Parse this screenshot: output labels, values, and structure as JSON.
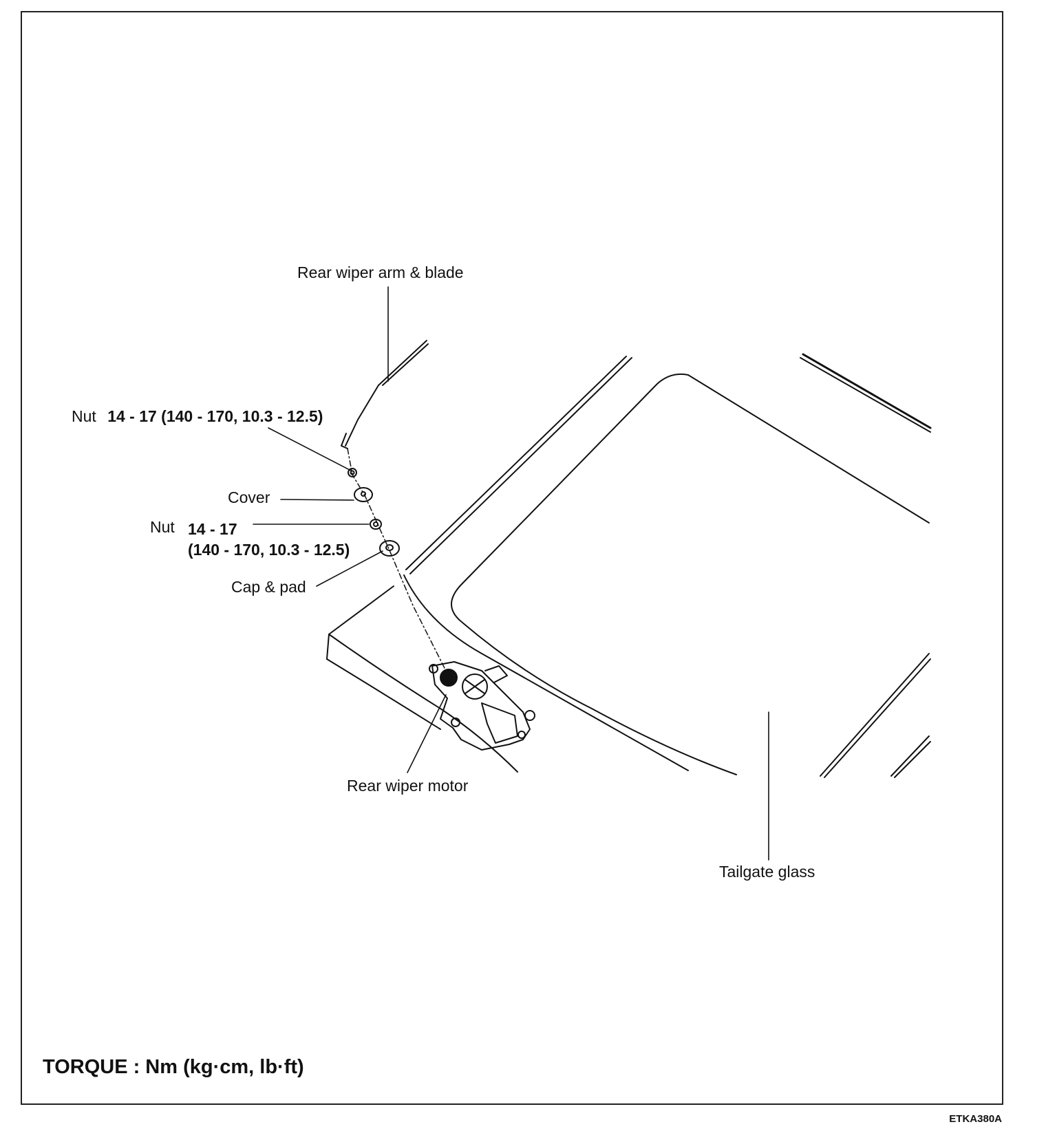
{
  "figure_code": "ETKA380A",
  "torque_note": "TORQUE : Nm (kg·cm, lb·ft)",
  "labels": {
    "arm_blade": "Rear wiper arm & blade",
    "nut1_word": "Nut",
    "nut1_torque": "14 - 17 (140 - 170, 10.3 - 12.5)",
    "cover": "Cover",
    "nut2_word": "Nut",
    "nut2_torque_nm": "14 - 17",
    "nut2_torque_rest": "(140 - 170, 10.3 - 12.5)",
    "cap_pad": "Cap & pad",
    "motor": "Rear wiper motor",
    "glass": "Tailgate glass"
  }
}
